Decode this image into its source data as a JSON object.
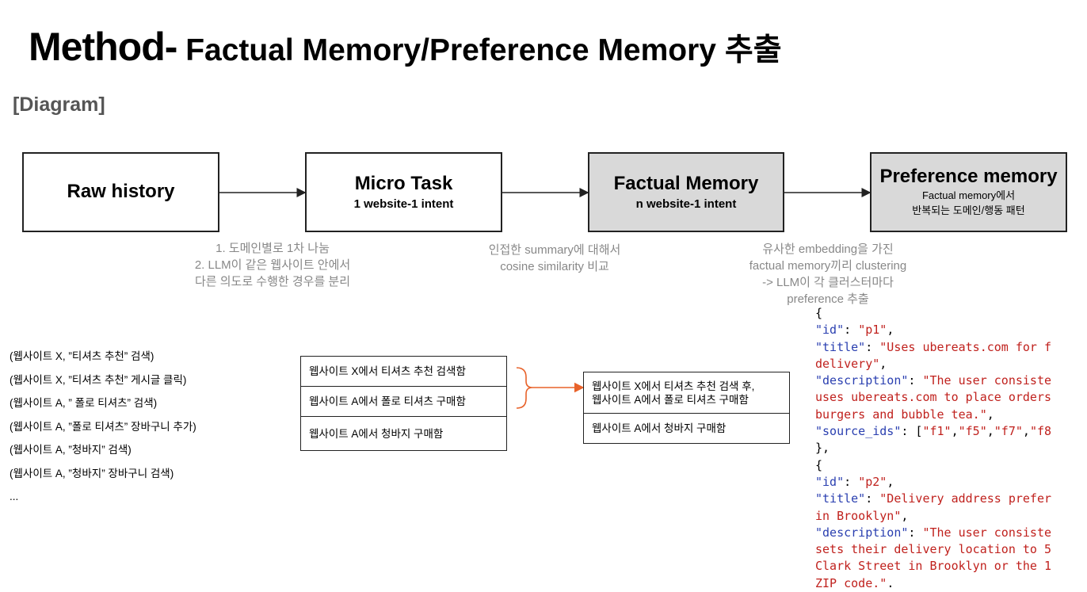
{
  "title": {
    "main": "Method-",
    "rest": " Factual Memory/Preference Memory 추출"
  },
  "subtitle": "[Diagram]",
  "boxes": [
    {
      "heading": "Raw history",
      "sub": ""
    },
    {
      "heading": "Micro Task",
      "sub": "1 website-1 intent"
    },
    {
      "heading": "Factual Memory",
      "sub": "n website-1 intent"
    },
    {
      "heading": "Preference memory",
      "sub_lines": [
        "Factual memory에서",
        "반복되는 도메인/행동 패턴"
      ]
    }
  ],
  "notes": [
    [
      "1. 도메인별로 1차 나눔",
      "2. LLM이 같은 웹사이트 안에서",
      "다른 의도로 수행한 경우를 분리"
    ],
    [
      "인접한 summary에 대해서",
      "cosine similarity 비교"
    ],
    [
      "유사한 embedding을 가진",
      "factual memory끼리 clustering",
      "-> LLM이 각 클러스터마다",
      "preference 추출"
    ]
  ],
  "raw_history": [
    "(웹사이트 X, ”티셔츠 추천” 검색)",
    "(웹사이트 X, ”티셔츠 추천” 게시글 클릭)",
    "(웹사이트 A,  ” 폴로 티셔츠” 검색)",
    "(웹사이트 A, ”폴로 티셔츠” 장바구니 추가)",
    "(웹사이트 A, ”청바지” 검색)",
    "(웹사이트 A, ”청바지” 장바구니 검색)",
    "..."
  ],
  "micro_tasks": [
    "웹사이트 X에서 티셔츠 추천 검색함",
    "웹사이트 A에서 폴로 티셔츠 구매함",
    "웹사이트 A에서 청바지 구매함"
  ],
  "factual_memories": [
    "웹사이트 X에서 티셔츠 추천 검색 후,\n웹사이트 A에서 폴로 티셔츠 구매함",
    "웹사이트 A에서 청바지 구매함"
  ],
  "json_lines": [
    [
      [
        "p",
        "{"
      ]
    ],
    [
      [
        "k",
        "\"id\""
      ],
      [
        "p",
        ": "
      ],
      [
        "v",
        "\"p1\""
      ],
      [
        "p",
        ","
      ]
    ],
    [
      [
        "k",
        "\"title\""
      ],
      [
        "p",
        ": "
      ],
      [
        "v",
        "\"Uses ubereats.com for f"
      ]
    ],
    [
      [
        "v",
        "delivery\""
      ],
      [
        "p",
        ","
      ]
    ],
    [
      [
        "k",
        "\"description\""
      ],
      [
        "p",
        ": "
      ],
      [
        "v",
        "\"The user consiste"
      ]
    ],
    [
      [
        "v",
        "uses ubereats.com to place orders"
      ]
    ],
    [
      [
        "v",
        "burgers and bubble tea.\""
      ],
      [
        "p",
        ","
      ]
    ],
    [
      [
        "k",
        "\"source_ids\""
      ],
      [
        "p",
        ": ["
      ],
      [
        "v",
        "\"f1\""
      ],
      [
        "p",
        ","
      ],
      [
        "v",
        "\"f5\""
      ],
      [
        "p",
        ","
      ],
      [
        "v",
        "\"f7\""
      ],
      [
        "p",
        ","
      ],
      [
        "v",
        "\"f8"
      ]
    ],
    [
      [
        "p",
        "},"
      ]
    ],
    [
      [
        "p",
        "{"
      ]
    ],
    [
      [
        "k",
        "\"id\""
      ],
      [
        "p",
        ": "
      ],
      [
        "v",
        "\"p2\""
      ],
      [
        "p",
        ","
      ]
    ],
    [
      [
        "k",
        "\"title\""
      ],
      [
        "p",
        ": "
      ],
      [
        "v",
        "\"Delivery address prefer"
      ]
    ],
    [
      [
        "v",
        "in Brooklyn\""
      ],
      [
        "p",
        ","
      ]
    ],
    [
      [
        "k",
        "\"description\""
      ],
      [
        "p",
        ": "
      ],
      [
        "v",
        "\"The user consiste"
      ]
    ],
    [
      [
        "v",
        "sets their delivery location to 5"
      ]
    ],
    [
      [
        "v",
        "Clark Street in Brooklyn or the 1"
      ]
    ],
    [
      [
        "v",
        "ZIP code.\""
      ],
      [
        "p",
        "."
      ]
    ]
  ],
  "colors": {
    "accent_arrow": "#e8622a",
    "box_gray": "#d9d9d9",
    "note_gray": "#888888",
    "json_key": "#2a3fb0",
    "json_value": "#c0211d"
  }
}
